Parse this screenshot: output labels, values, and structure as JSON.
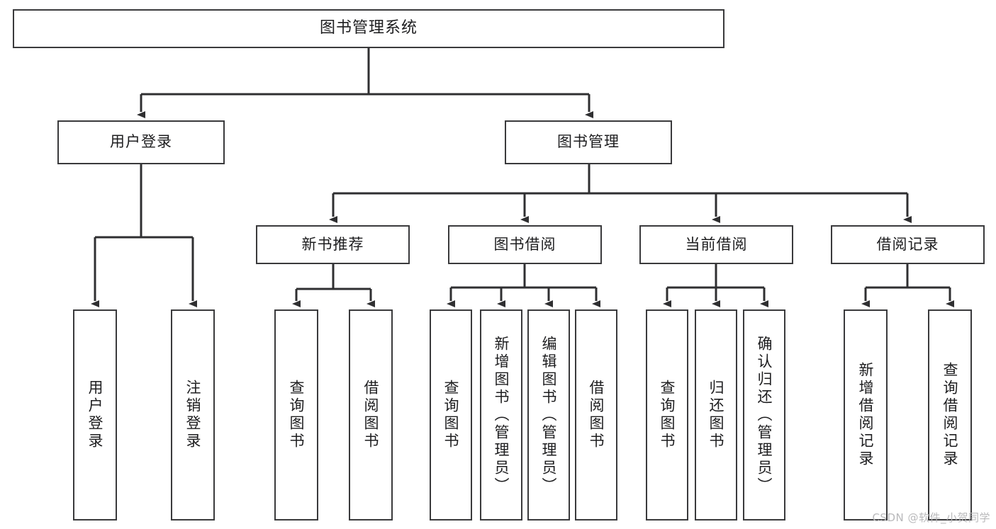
{
  "diagram": {
    "title": "图书管理系统",
    "type": "functional-structure-tree",
    "root": {
      "id": "root",
      "label": "图书管理系统"
    },
    "level2": [
      {
        "id": "user-login",
        "label": "用户登录"
      },
      {
        "id": "book-manage",
        "label": "图书管理"
      }
    ],
    "level3": [
      {
        "id": "new-book-recommend",
        "label": "新书推荐"
      },
      {
        "id": "book-borrow",
        "label": "图书借阅"
      },
      {
        "id": "current-borrow",
        "label": "当前借阅"
      },
      {
        "id": "borrow-record",
        "label": "借阅记录"
      }
    ],
    "leaves": {
      "user_login": [
        {
          "id": "leaf-user-login",
          "label": "用户登录"
        },
        {
          "id": "leaf-user-logout",
          "label": "注销登录"
        }
      ],
      "new_book_recommend": [
        {
          "id": "leaf-query-book-1",
          "label": "查询图书"
        },
        {
          "id": "leaf-borrow-book-1",
          "label": "借阅图书"
        }
      ],
      "book_borrow": [
        {
          "id": "leaf-query-book-2",
          "label": "查询图书"
        },
        {
          "id": "leaf-add-book",
          "label": "新增图书（管理员）"
        },
        {
          "id": "leaf-edit-book",
          "label": "编辑图书（管理员）"
        },
        {
          "id": "leaf-borrow-book-2",
          "label": "借阅图书"
        }
      ],
      "current_borrow": [
        {
          "id": "leaf-query-book-3",
          "label": "查询图书"
        },
        {
          "id": "leaf-return-book",
          "label": "归还图书"
        },
        {
          "id": "leaf-confirm-return",
          "label": "确认归还（管理员）"
        }
      ],
      "borrow_record": [
        {
          "id": "leaf-add-record",
          "label": "新增借阅记录"
        },
        {
          "id": "leaf-query-record",
          "label": "查询借阅记录"
        }
      ]
    }
  },
  "watermark": {
    "text": "CSDN @软件_小贺同学"
  },
  "colors": {
    "box_border": "#3a3a3c",
    "box_fill": "#ffffff",
    "connector": "#2f2f31",
    "text": "#1d1d1f",
    "watermark": "#b9b9bb",
    "background": "#ffffff"
  }
}
